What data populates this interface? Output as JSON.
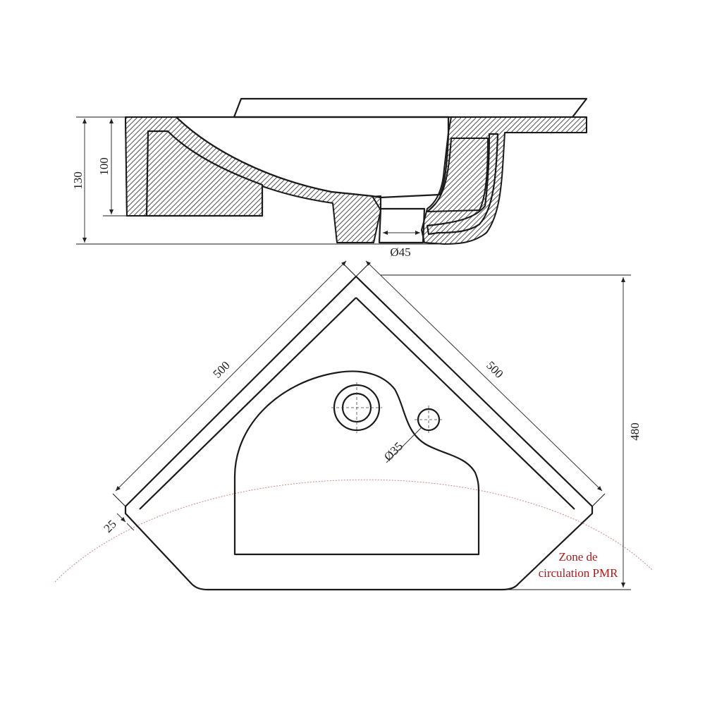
{
  "section_view": {
    "dim_total_height": "130",
    "dim_inner_height": "100",
    "dim_drain": "Ø45"
  },
  "plan_view": {
    "dim_side_left": "500",
    "dim_side_right": "500",
    "dim_depth": "480",
    "dim_rim": "25",
    "dim_tap_hole": "Ø35"
  },
  "zone_label": {
    "line1": "Zone de",
    "line2": "circulation PMR",
    "color": "#b01818"
  }
}
